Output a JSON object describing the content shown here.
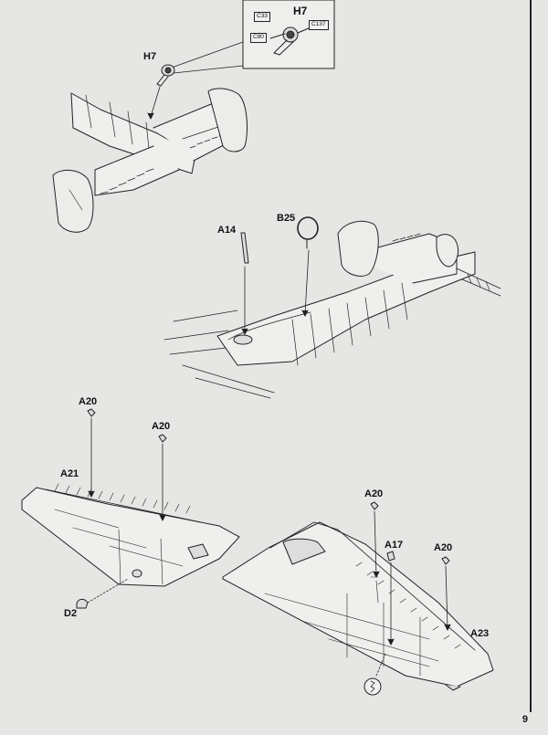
{
  "labels": {
    "h7_inset": "H7",
    "c33": "C33",
    "c137": "C137",
    "c80": "C80",
    "h7_main": "H7",
    "a14": "A14",
    "b25": "B25",
    "a20_left_1": "A20",
    "a20_left_2": "A20",
    "a21": "A21",
    "d2": "D2",
    "a20_right_1": "A20",
    "a17": "A17",
    "a20_right_2": "A20",
    "a23": "A23"
  },
  "page_number": "9"
}
